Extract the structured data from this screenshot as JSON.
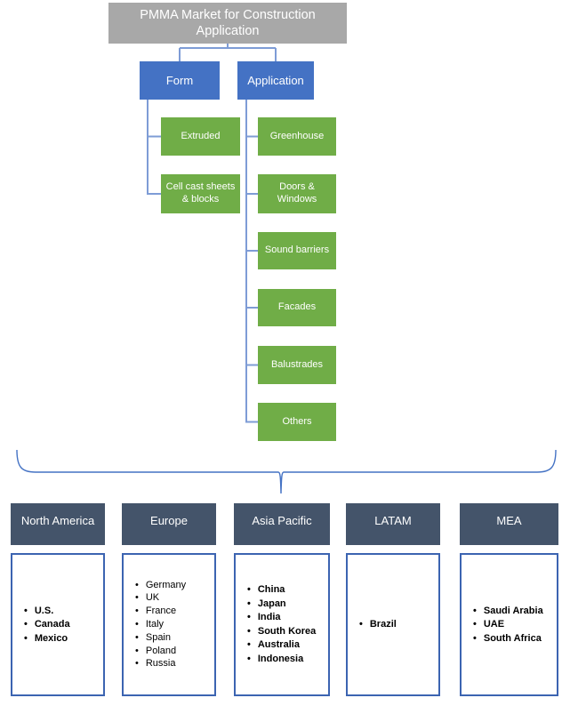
{
  "diagram": {
    "root_title": "PMMA Market for Construction Application",
    "branches": [
      {
        "label": "Form",
        "children": [
          "Extruded",
          "Cell cast sheets & blocks"
        ]
      },
      {
        "label": "Application",
        "children": [
          "Greenhouse",
          "Doors & Windows",
          "Sound barriers",
          "Facades",
          "Balustrades",
          "Others"
        ]
      }
    ]
  },
  "regions": [
    {
      "name": "North America",
      "countries": [
        "U.S.",
        "Canada",
        "Mexico"
      ]
    },
    {
      "name": "Europe",
      "countries": [
        "Germany",
        "UK",
        "France",
        "Italy",
        "Spain",
        "Poland",
        "Russia"
      ]
    },
    {
      "name": "Asia Pacific",
      "countries": [
        "China",
        "Japan",
        "India",
        "South Korea",
        "Australia",
        "Indonesia"
      ]
    },
    {
      "name": "LATAM",
      "countries": [
        "Brazil"
      ]
    },
    {
      "name": "MEA",
      "countries": [
        "Saudi Arabia",
        "UAE",
        "South Africa"
      ]
    }
  ],
  "colors": {
    "root_box": "#A8A8A8",
    "branch_box": "#4472C4",
    "leaf_box": "#70AD47",
    "region_header": "#44546A",
    "connector": "#7E9CD6",
    "brace": "#4472C4",
    "list_border": "#3C64B1",
    "text_on_fill": "#FFFFFF",
    "list_text": "#000000"
  }
}
